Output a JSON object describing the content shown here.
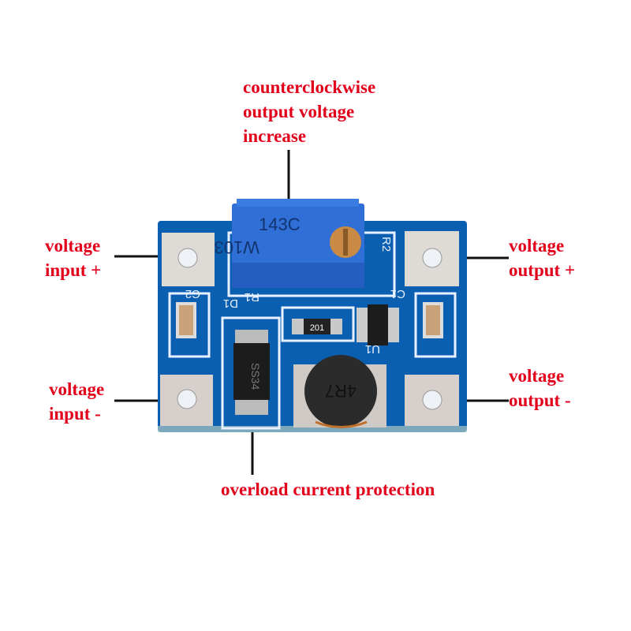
{
  "labels": {
    "top": [
      "counterclockwise",
      "output voltage",
      "increase"
    ],
    "input_plus": [
      "voltage",
      "input +"
    ],
    "input_minus": [
      "voltage",
      "input -"
    ],
    "output_plus": [
      "voltage",
      "output +"
    ],
    "output_minus": [
      "voltage",
      "output -"
    ],
    "bottom": "overload current protection"
  },
  "markings": {
    "pot_line1": "143C",
    "pot_line2": "W103",
    "resistor": "201",
    "diode": "SS34",
    "inductor": "4R7",
    "r2": "R2",
    "c1": "C1",
    "c2": "C2",
    "r1": "R1",
    "d1": "D1",
    "u1": "U1"
  },
  "colors": {
    "label": "#e3001b",
    "pcb": "#0b5fb0",
    "pot": "#2f6fd6"
  }
}
